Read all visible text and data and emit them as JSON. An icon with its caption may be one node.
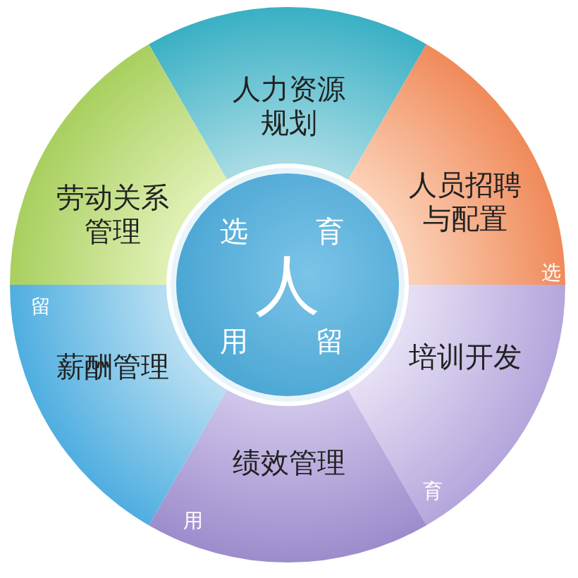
{
  "diagram": {
    "nodes": [
      {
        "text": [
          "人力资源规划"
        ]
      },
      {
        "text": [
          "人员招聘与配置"
        ]
      },
      {
        "text": [
          "培训开发"
        ]
      },
      {
        "text": [
          "绩效管理"
        ]
      },
      {
        "text": [
          "薪酬管理"
        ]
      },
      {
        "text": [
          "劳动关系管理"
        ]
      },
      {
        "text": [
          "选",
          "育",
          "人",
          "用",
          "留"
        ]
      }
    ],
    "labels": [
      "选",
      "留",
      "育",
      "用"
    ]
  }
}
